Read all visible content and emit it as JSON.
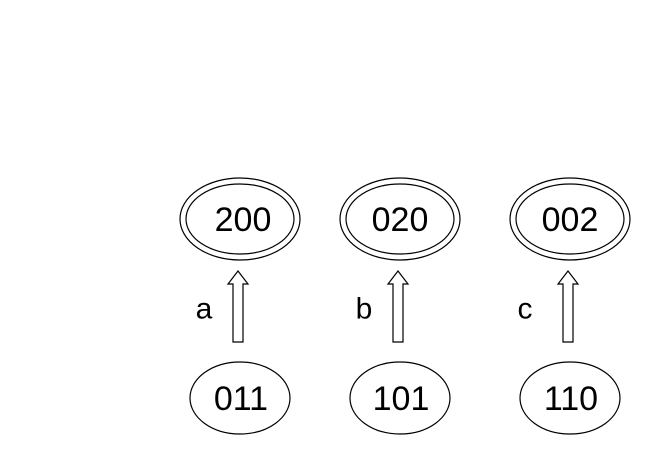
{
  "accepting_states": [
    {
      "label": "200"
    },
    {
      "label": "020"
    },
    {
      "label": "002"
    }
  ],
  "source_states": [
    {
      "label": "011"
    },
    {
      "label": "101"
    },
    {
      "label": "110"
    }
  ],
  "transitions": [
    {
      "label": "a"
    },
    {
      "label": "b"
    },
    {
      "label": "c"
    }
  ]
}
